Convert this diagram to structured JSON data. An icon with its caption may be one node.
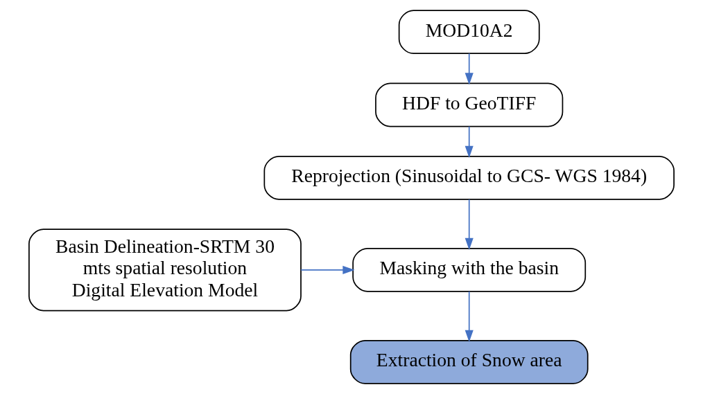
{
  "diagram": {
    "nodes": [
      {
        "text": [
          "MOD10A2"
        ]
      },
      {
        "text": [
          "HDF to GeoTIFF"
        ]
      },
      {
        "text": [
          "Reprojection (Sinusoidal to GCS- WGS 1984)"
        ]
      },
      {
        "text": [
          "Basin Delineation-SRTM 30 mts spatial resolution Digital Elevation Model"
        ]
      },
      {
        "text": [
          "Masking with the basin"
        ]
      },
      {
        "text": [
          "Extraction of Snow area"
        ]
      }
    ],
    "edges": [
      {
        "from": 0,
        "to": 1,
        "arrow": "to"
      },
      {
        "from": 1,
        "to": 2,
        "arrow": "to"
      },
      {
        "from": 2,
        "to": 4,
        "arrow": "to"
      },
      {
        "from": 3,
        "to": 4,
        "arrow": "to"
      },
      {
        "from": 4,
        "to": 5,
        "arrow": "to"
      }
    ]
  }
}
